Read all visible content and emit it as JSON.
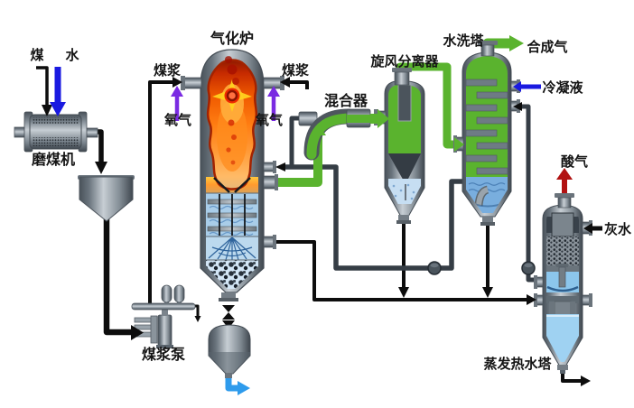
{
  "diagram": {
    "labels": {
      "coal": "煤",
      "water": "水",
      "coal_mill": "磨煤机",
      "coal_slurry_left": "煤浆",
      "oxygen_left": "氧气",
      "gasifier": "气化炉",
      "coal_slurry_right": "煤浆",
      "oxygen_right": "氧气",
      "mixer": "混合器",
      "cyclone_separator": "旋风分离器",
      "wash_tower": "水洗塔",
      "syngas": "合成气",
      "condensate": "冷凝液",
      "acid_gas": "酸气",
      "gray_water": "灰水",
      "slurry_pump": "煤浆泵",
      "evaporation_hot_water_tower": "蒸发热水塔"
    },
    "colors": {
      "label_black": "#141414",
      "water_blue": "#1a1ae0",
      "oxygen_purple": "#7a2be2",
      "syngas_green": "#2ecc2e",
      "flow_green": "#5ab32e",
      "acid_red": "#b11212",
      "slag_water_blue": "#2e9bec",
      "pipe_gray": "#353d45"
    }
  }
}
